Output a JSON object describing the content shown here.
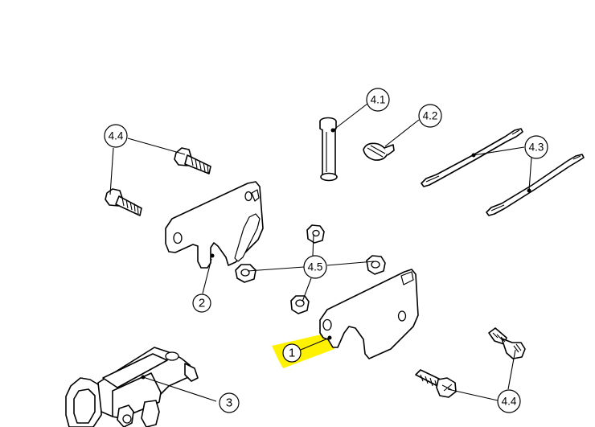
{
  "diagram": {
    "highlight_color": "#fff200",
    "line_color": "#000000",
    "background_color": "#ffffff",
    "callouts": {
      "c41": "4.1",
      "c42": "4.2",
      "c43": "4.3",
      "c44a": "4.4",
      "c44b": "4.4",
      "c45": "4.5",
      "c1": "1",
      "c2": "2",
      "c3": "3"
    }
  }
}
